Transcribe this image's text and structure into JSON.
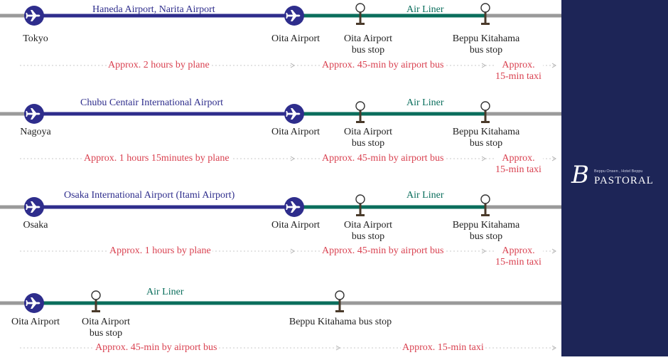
{
  "routes": [
    {
      "carrier_plane": "Haneda Airport, Narita Airport",
      "carrier_bus": "Air Liner",
      "origin": "Tokyo",
      "airport": "Oita Airport",
      "stop1": "Oita Airport\nbus stop",
      "stop2": "Beppu Kitahama\nbus stop",
      "dur_plane": "Approx. 2 hours by plane",
      "dur_bus": "Approx. 45-min by airport bus",
      "dur_taxi": "Approx.\n15-min taxi"
    },
    {
      "carrier_plane": "Chubu Centair International Airport",
      "carrier_bus": "Air Liner",
      "origin": "Nagoya",
      "airport": "Oita Airport",
      "stop1": "Oita Airport\nbus stop",
      "stop2": "Beppu Kitahama\nbus stop",
      "dur_plane": "Approx. 1 hours 15minutes by plane",
      "dur_bus": "Approx. 45-min by airport bus",
      "dur_taxi": "Approx.\n15-min taxi"
    },
    {
      "carrier_plane": "Osaka International Airport (Itami Airport)",
      "carrier_bus": "Air Liner",
      "origin": "Osaka",
      "airport": "Oita Airport",
      "stop1": "Oita Airport\nbus stop",
      "stop2": "Beppu Kitahama\nbus stop",
      "dur_plane": "Approx. 1 hours by plane",
      "dur_bus": "Approx. 45-min by airport bus",
      "dur_taxi": "Approx.\n15-min taxi"
    },
    {
      "carrier_bus": "Air Liner",
      "origin": "Oita Airport",
      "stop1": "Oita Airport\nbus stop",
      "stop2": "Beppu Kitahama bus stop",
      "dur_bus": "Approx. 45-min by airport bus",
      "dur_taxi": "Approx. 15-min taxi"
    }
  ],
  "brand": {
    "initial": "B",
    "small_text": "Beppu Onsen , Hotel Beppu",
    "name": "PASTORAL"
  },
  "colors": {
    "plane_line": "#2e2d8c",
    "bus_line": "#0a6e5c",
    "gray_line": "#9a9a9a",
    "duration_text": "#d94150",
    "brand_panel": "#1d2557"
  },
  "icons": [
    "airplane-icon",
    "bus-stop-icon"
  ]
}
